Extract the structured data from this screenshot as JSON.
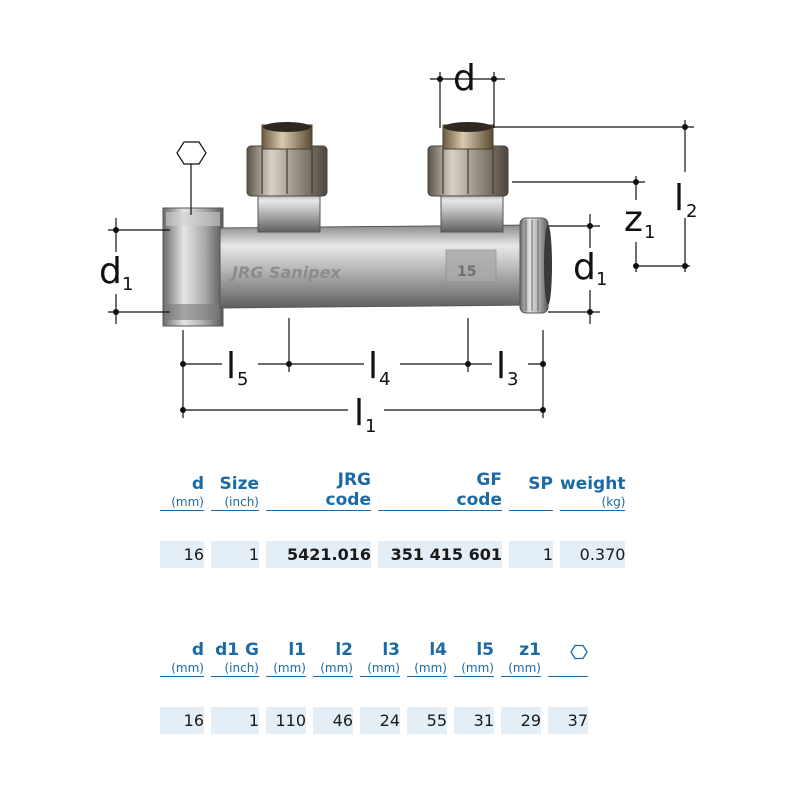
{
  "drawing": {
    "labels": {
      "d_top": "d",
      "d1_left": "d",
      "d1_left_sub": "1",
      "d1_right": "d",
      "d1_right_sub": "1",
      "z1": "z",
      "z1_sub": "1",
      "l2": "l",
      "l2_sub": "2",
      "l5": "l",
      "l5_sub": "5",
      "l4": "l",
      "l4_sub": "4",
      "l3": "l",
      "l3_sub": "3",
      "l1": "l",
      "l1_sub": "1",
      "body_text": "JRG Sanipex",
      "body_number": "15"
    },
    "icons": {
      "wrench_size": "hexagon-icon"
    }
  },
  "table1": {
    "headers": [
      {
        "main": "d",
        "unit": "(mm)"
      },
      {
        "main": "Size",
        "unit": "(inch)"
      },
      {
        "main": "JRG",
        "main2": "code",
        "unit": ""
      },
      {
        "main": "GF",
        "main2": "code",
        "unit": ""
      },
      {
        "main": "SP",
        "unit": ""
      },
      {
        "main": "weight",
        "unit": "(kg)"
      }
    ],
    "rows": [
      [
        "16",
        "1",
        "5421.016",
        "351 415 601",
        "1",
        "0.370"
      ]
    ]
  },
  "table2": {
    "headers": [
      {
        "main": "d",
        "unit": "(mm)"
      },
      {
        "main": "d1 G",
        "unit": "(inch)"
      },
      {
        "main": "l1",
        "unit": "(mm)"
      },
      {
        "main": "l2",
        "unit": "(mm)"
      },
      {
        "main": "l3",
        "unit": "(mm)"
      },
      {
        "main": "l4",
        "unit": "(mm)"
      },
      {
        "main": "l5",
        "unit": "(mm)"
      },
      {
        "main": "z1",
        "unit": "(mm)"
      },
      {
        "icon": "hexagon-icon",
        "unit": ""
      }
    ],
    "rows": [
      [
        "16",
        "1",
        "110",
        "46",
        "24",
        "55",
        "31",
        "29",
        "37"
      ]
    ]
  },
  "colors": {
    "header_blue": "#1b6aa5",
    "cell_bg": "#e4eef6"
  }
}
